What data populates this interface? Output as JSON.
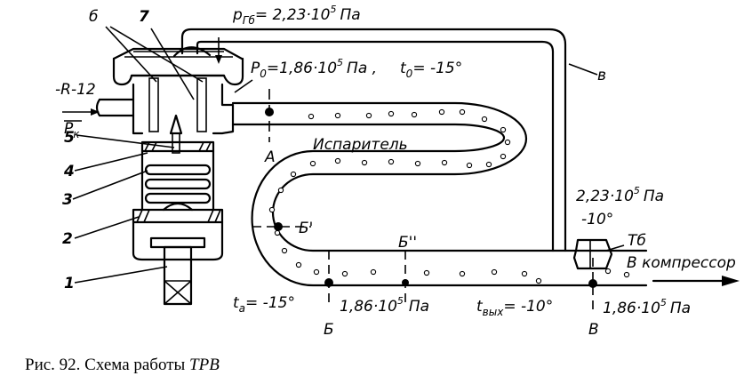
{
  "labels": {
    "p_gb": "p",
    "p_gb_sub": "Гб",
    "p_gb_val": "= 2,23·10",
    "p_gb_exp": "5",
    "p_gb_unit": "Па",
    "p0": "P",
    "p0_sub": "0",
    "p0_val": "=1,86·10",
    "p0_exp": "5",
    "p0_unit": "Па ,",
    "t0": "t",
    "t0_sub": "0",
    "t0_val": "= -15°",
    "b_top": "б",
    "seven": "7",
    "v_right": "в",
    "r12": "-R-12",
    "pk": "P",
    "pk_sub": "к",
    "n5": "5",
    "n4": "4",
    "n3": "3",
    "n2": "2",
    "n1": "1",
    "a": "A",
    "isparitel": "Испаритель",
    "b_prime": "Б'",
    "b_dprime": "Б''",
    "p_tb": "2,23·10",
    "p_tb_exp": "5",
    "p_tb_unit": "Па",
    "t_tb": "-10°",
    "tb": "Тб",
    "v_kompressor": "В компрессор",
    "t_a": "t",
    "t_a_sub": "а",
    "t_a_val": "= -15°",
    "p_b": "1,86·10",
    "p_b_exp": "5",
    "p_b_unit": "Па",
    "t_out": "t",
    "t_out_sub": "вых",
    "t_out_val": "= -10°",
    "p_v": "1,86·10",
    "p_v_exp": "5",
    "p_v_unit": "Па",
    "b_bottom": "Б",
    "v_bottom": "В"
  },
  "caption": {
    "prefix": "Рис. 92. Схема работы ",
    "emph": "ТРВ"
  }
}
